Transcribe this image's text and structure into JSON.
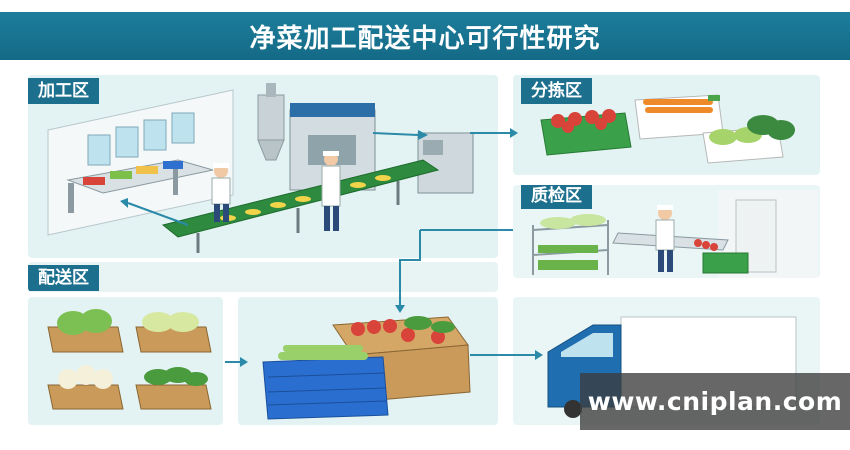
{
  "title": "净菜加工配送中心可行性研究",
  "sections": {
    "processing": "加工区",
    "sorting": "分拣区",
    "inspection": "质检区",
    "delivery": "配送区"
  },
  "watermark": "www.cniplan.com",
  "colors": {
    "title_bar": "#176f8d",
    "label_bg": "#1d6f8e",
    "panel_bg": "#e3f3f3",
    "arrow": "#2a8aa8",
    "crate_green": "#3aa04a",
    "crate_blue": "#2a6fd0",
    "truck_blue": "#1f6fb0"
  }
}
